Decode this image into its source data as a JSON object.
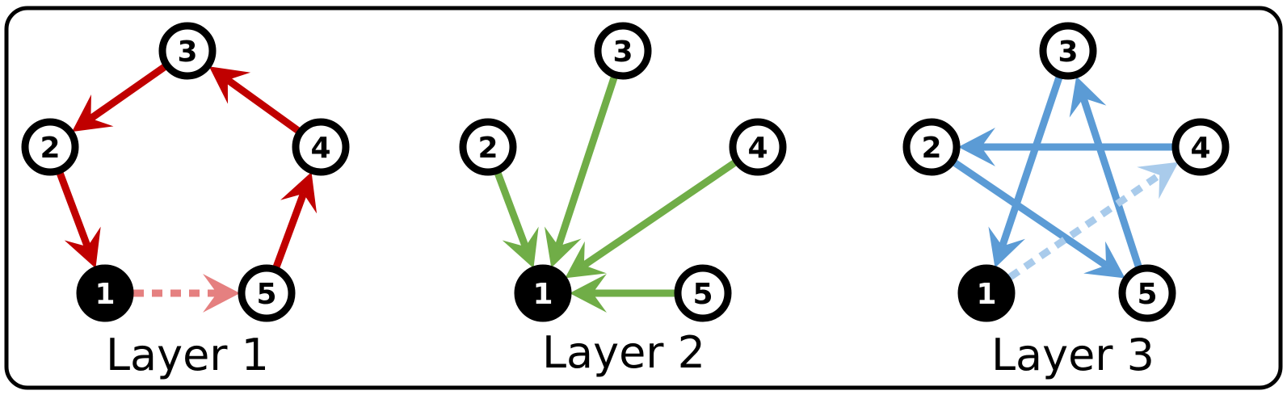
{
  "colors": {
    "frame": "#000000",
    "node_outline": "#000000",
    "node_fill": "#ffffff",
    "root_fill": "#000000",
    "layer1_edge": "#c00000",
    "layer1_dashed": "#e58080",
    "layer2_edge": "#70ad47",
    "layer3_edge": "#5b9bd5",
    "layer3_dashed": "#a9cbeb"
  },
  "layers": [
    {
      "label": "Layer 1",
      "edge_color_key": "layer1_edge",
      "dashed_color_key": "layer1_dashed",
      "root": "1",
      "nodes": [
        "1",
        "2",
        "3",
        "4",
        "5"
      ],
      "edges": [
        {
          "from": "3",
          "to": "2",
          "style": "solid"
        },
        {
          "from": "4",
          "to": "3",
          "style": "solid"
        },
        {
          "from": "2",
          "to": "1",
          "style": "solid"
        },
        {
          "from": "5",
          "to": "4",
          "style": "solid"
        },
        {
          "from": "1",
          "to": "5",
          "style": "dashed"
        }
      ]
    },
    {
      "label": "Layer 2",
      "edge_color_key": "layer2_edge",
      "dashed_color_key": "layer2_edge",
      "root": "1",
      "nodes": [
        "1",
        "2",
        "3",
        "4",
        "5"
      ],
      "edges": [
        {
          "from": "2",
          "to": "1",
          "style": "solid"
        },
        {
          "from": "3",
          "to": "1",
          "style": "solid"
        },
        {
          "from": "4",
          "to": "1",
          "style": "solid"
        },
        {
          "from": "5",
          "to": "1",
          "style": "solid"
        }
      ]
    },
    {
      "label": "Layer 3",
      "edge_color_key": "layer3_edge",
      "dashed_color_key": "layer3_dashed",
      "root": "1",
      "nodes": [
        "1",
        "2",
        "3",
        "4",
        "5"
      ],
      "edges": [
        {
          "from": "4",
          "to": "2",
          "style": "solid"
        },
        {
          "from": "3",
          "to": "1",
          "style": "solid"
        },
        {
          "from": "5",
          "to": "3",
          "style": "solid"
        },
        {
          "from": "2",
          "to": "5",
          "style": "solid"
        },
        {
          "from": "1",
          "to": "4",
          "style": "dashed"
        }
      ]
    }
  ]
}
